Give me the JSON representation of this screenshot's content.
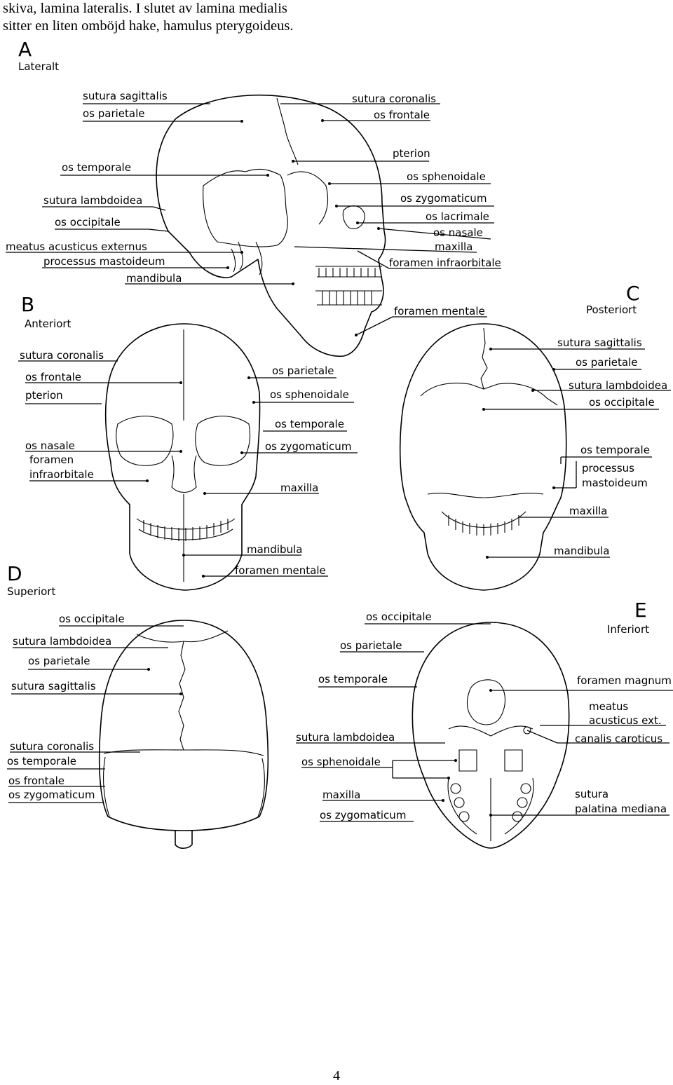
{
  "intro": {
    "line1": "skiva, lamina lateralis. I slutet av lamina medialis",
    "line2": "sitter en liten omböjd hake, hamulus pterygoideus."
  },
  "panels": {
    "A": {
      "letter": "A",
      "view": "Lateralt",
      "labels": [
        "sutura sagittalis",
        "os parietale",
        "sutura coronalis",
        "os frontale",
        "pterion",
        "os temporale",
        "os sphenoidale",
        "sutura lambdoidea",
        "os zygomaticum",
        "os occipitale",
        "os lacrimale",
        "os nasale",
        "meatus acusticus externus",
        "maxilla",
        "processus mastoideum",
        "foramen infraorbitale",
        "mandibula",
        "foramen mentale"
      ]
    },
    "B": {
      "letter": "B",
      "view": "Anteriort",
      "labels": [
        "sutura coronalis",
        "os frontale",
        "pterion",
        "os parietale",
        "os sphenoidale",
        "os temporale",
        "os nasale",
        "os zygomaticum",
        "foramen",
        "infraorbitale",
        "maxilla",
        "mandibula",
        "foramen mentale"
      ]
    },
    "C": {
      "letter": "C",
      "view": "Posteriort",
      "labels": [
        "sutura sagittalis",
        "os parietale",
        "sutura lambdoidea",
        "os occipitale",
        "os temporale",
        "processus",
        "mastoideum",
        "maxilla",
        "mandibula"
      ]
    },
    "D": {
      "letter": "D",
      "view": "Superiort",
      "labels": [
        "os occipitale",
        "sutura lambdoidea",
        "os parietale",
        "sutura sagittalis",
        "sutura coronalis",
        "os temporale",
        "os frontale",
        "os zygomaticum"
      ]
    },
    "E": {
      "letter": "E",
      "view": "Inferiort",
      "labels": [
        "os occipitale",
        "os parietale",
        "os temporale",
        "foramen magnum",
        "meatus",
        "acusticus ext.",
        "sutura lambdoidea",
        "canalis caroticus",
        "os sphenoidale",
        "maxilla",
        "sutura",
        "palatina mediana",
        "os zygomaticum"
      ]
    }
  },
  "page_number": "4"
}
